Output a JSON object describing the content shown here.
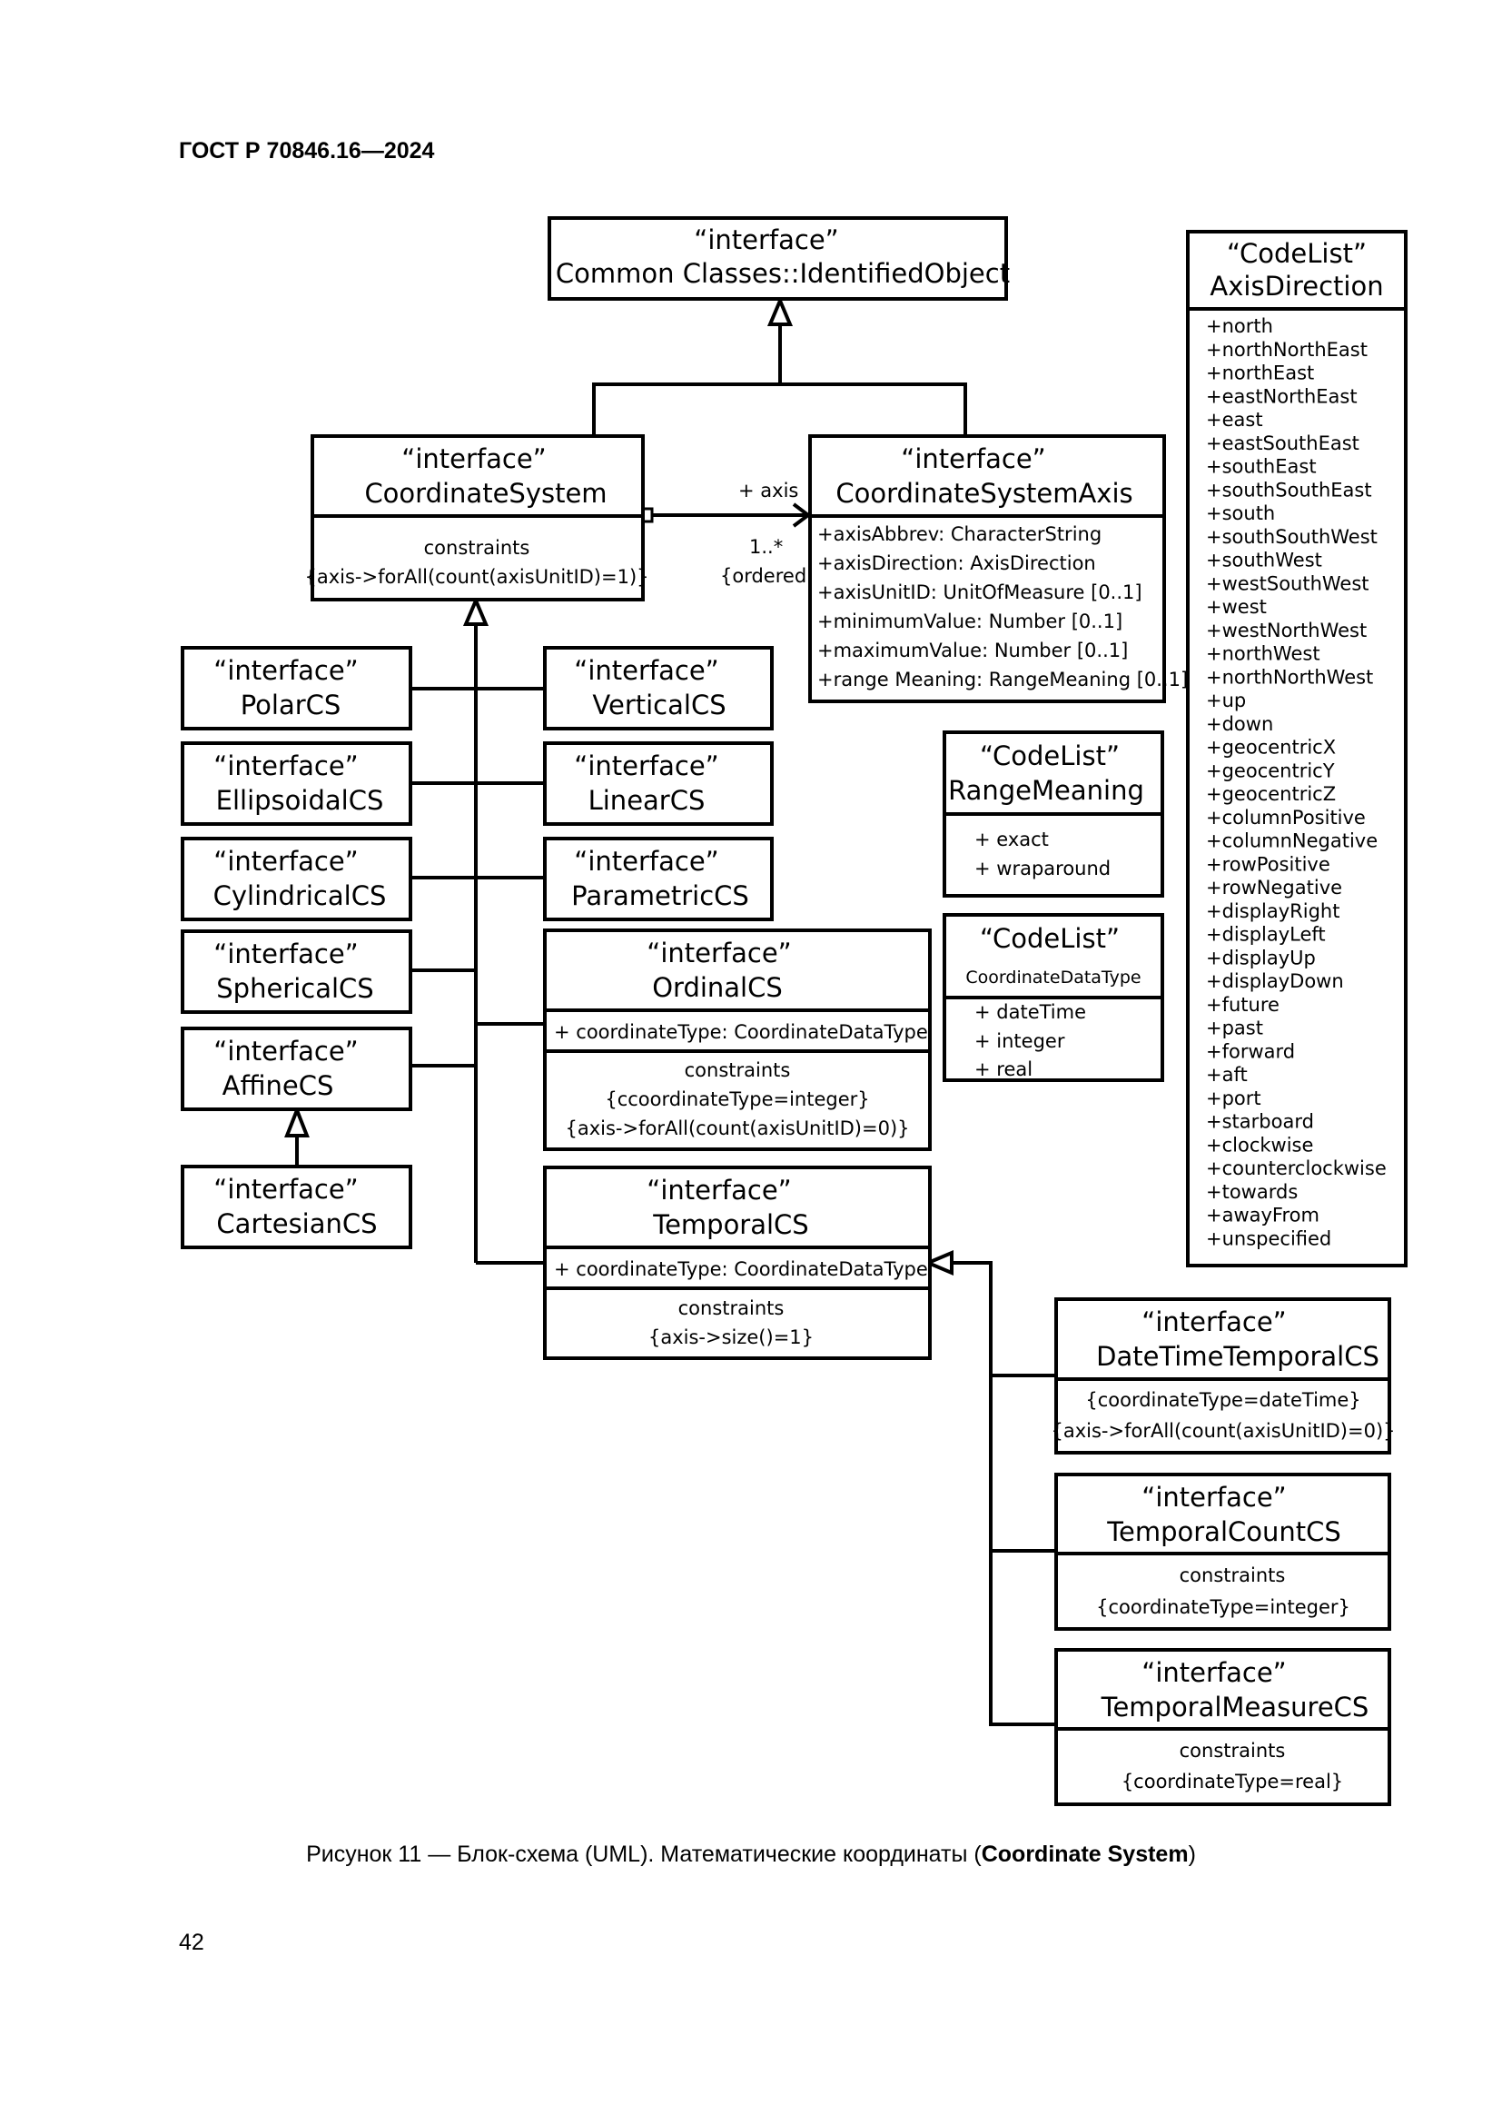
{
  "header": "ГОСТ Р 70846.16—2024",
  "caption": {
    "prefix": "Рисунок 11 — Блок-схема (UML). Математические координаты (",
    "bold": "Coordinate System",
    "suffix": ")"
  },
  "page_number": "42",
  "classes": {
    "identified_object": {
      "stereotype": "“interface”",
      "name": "Common Classes::IdentifiedObject"
    },
    "coordinate_system": {
      "stereotype": "“interface”",
      "name": "CoordinateSystem",
      "constraints_label": "constraints",
      "constraint": "{axis->forAll(count(axisUnitID)=1)}"
    },
    "coordinate_system_axis": {
      "stereotype": "“interface”",
      "name": "CoordinateSystemAxis",
      "attributes": [
        "+axisAbbrev: CharacterString",
        "+axisDirection: AxisDirection",
        "+axisUnitID: UnitOfMeasure [0..1]",
        "+minimumValue: Number [0..1]",
        "+maximumValue: Number [0..1]",
        "+range Meaning: RangeMeaning [0..1]"
      ]
    },
    "polar_cs": {
      "stereotype": "“interface”",
      "name": "PolarCS"
    },
    "ellipsoidal_cs": {
      "stereotype": "“interface”",
      "name": "EllipsoidalCS"
    },
    "cylindrical_cs": {
      "stereotype": "“interface”",
      "name": "CylindricalCS"
    },
    "spherical_cs": {
      "stereotype": "“interface”",
      "name": "SphericalCS"
    },
    "affine_cs": {
      "stereotype": "“interface”",
      "name": "AffineCS"
    },
    "cartesian_cs": {
      "stereotype": "“interface”",
      "name": "CartesianCS"
    },
    "vertical_cs": {
      "stereotype": "“interface”",
      "name": "VerticalCS"
    },
    "linear_cs": {
      "stereotype": "“interface”",
      "name": "LinearCS"
    },
    "parametric_cs": {
      "stereotype": "“interface”",
      "name": "ParametricCS"
    },
    "ordinal_cs": {
      "stereotype": "“interface”",
      "name": "OrdinalCS",
      "attribute": "+ coordinateType: CoordinateDataType",
      "constraints_label": "constraints",
      "constraint1": "{ccoordinateType=integer}",
      "constraint2": "{axis->forAll(count(axisUnitID)=0)}"
    },
    "temporal_cs": {
      "stereotype": "“interface”",
      "name": "TemporalCS",
      "attribute": "+ coordinateType: CoordinateDataType",
      "constraints_label": "constraints",
      "constraint": "{axis->size()=1}"
    },
    "datetime_temporal_cs": {
      "stereotype": "“interface”",
      "name": "DateTimeTemporalCS",
      "constraint1": "{coordinateType=dateTime}",
      "constraint2": "{axis->forAll(count(axisUnitID)=0)}"
    },
    "temporal_count_cs": {
      "stereotype": "“interface”",
      "name": "TemporalCountCS",
      "constraints_label": "constraints",
      "constraint": "{coordinateType=integer}"
    },
    "temporal_measure_cs": {
      "stereotype": "“interface”",
      "name": "TemporalMeasureCS",
      "constraints_label": "constraints",
      "constraint": "{coordinateType=real}"
    }
  },
  "codelists": {
    "range_meaning": {
      "stereotype": "“CodeList”",
      "name": "RangeMeaning",
      "values": [
        "+ exact",
        "+ wraparound"
      ]
    },
    "coordinate_data_type": {
      "stereotype": "“CodeList”",
      "name": "CoordinateDataType",
      "values": [
        "+ dateTime",
        "+ integer",
        "+ real"
      ]
    },
    "axis_direction": {
      "stereotype": "“CodeList”",
      "name": "AxisDirection",
      "values": [
        "+north",
        "+northNorthEast",
        "+northEast",
        "+eastNorthEast",
        "+east",
        "+eastSouthEast",
        "+southEast",
        "+southSouthEast",
        "+south",
        "+southSouthWest",
        "+southWest",
        "+westSouthWest",
        "+west",
        "+westNorthWest",
        "+northWest",
        "+northNorthWest",
        "+up",
        "+down",
        "+geocentricX",
        "+geocentricY",
        "+geocentricZ",
        "+columnPositive",
        "+columnNegative",
        "+rowPositive",
        "+rowNegative",
        "+displayRight",
        "+displayLeft",
        "+displayUp",
        "+displayDown",
        "+future",
        "+past",
        "+forward",
        "+aft",
        "+port",
        "+starboard",
        "+clockwise",
        "+counterclockwise",
        "+towards",
        "+awayFrom",
        "+unspecified"
      ]
    }
  },
  "association": {
    "role": "+ axis",
    "multiplicity": "1..*",
    "ordering": "{ordered}"
  }
}
